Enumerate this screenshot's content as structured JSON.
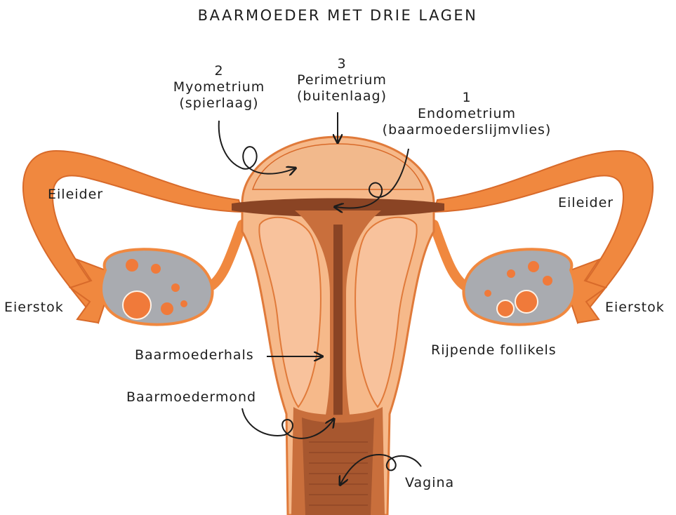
{
  "title": "BAARMOEDER MET DRIE LAGEN",
  "colors": {
    "tube": "#f0883f",
    "tube_dark": "#d86a2a",
    "fundus": "#f2b98c",
    "body": "#f6b98a",
    "myometrium": "#c96f3c",
    "cavity": "#8a4424",
    "ovary": "#a9abb0",
    "follicle": "#f07a3a",
    "ink": "#1c1c1c"
  },
  "labels": {
    "myometrium": {
      "num": "2",
      "name": "Myometrium",
      "desc": "(spierlaag)"
    },
    "perimetrium": {
      "num": "3",
      "name": "Perimetrium",
      "desc": "(buitenlaag)"
    },
    "endometrium": {
      "num": "1",
      "name": "Endometrium",
      "desc": "(baarmoederslijmvlies)"
    },
    "eileider_left": "Eileider",
    "eileider_right": "Eileider",
    "eierstok_left": "Eierstok",
    "eierstok_right": "Eierstok",
    "baarmoederhals": "Baarmoederhals",
    "rijpende_follikels": "Rijpende follikels",
    "baarmoedermond": "Baarmoedermond",
    "vagina": "Vagina"
  }
}
